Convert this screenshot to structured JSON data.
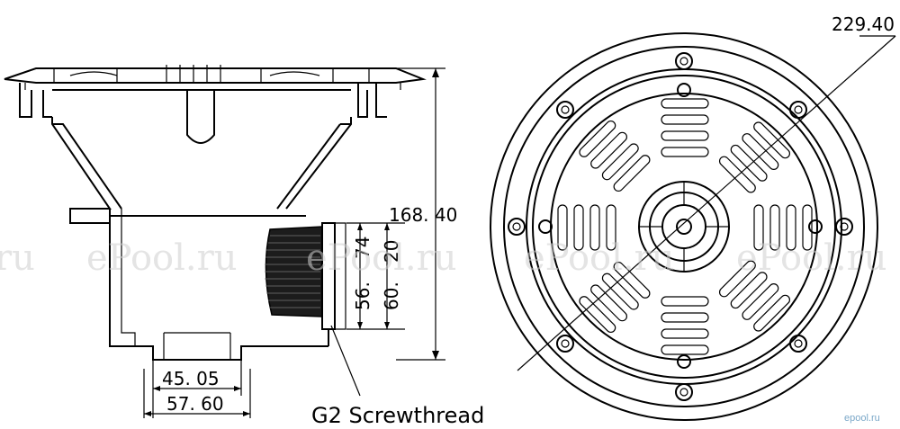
{
  "dimensions": {
    "overall_height": "168. 40",
    "outer_diameter": "229.40",
    "inner_width": "45. 05",
    "outer_width": "57. 60",
    "thread_len_a": "74",
    "thread_len_b": "20",
    "thread_dia_a": "56.",
    "thread_dia_b": "60."
  },
  "callout": {
    "thread": "G2 Screwthread"
  },
  "watermark": {
    "text": "ePool.ru",
    "edge_left": "ru"
  },
  "brand": {
    "text": "epool.ru"
  }
}
